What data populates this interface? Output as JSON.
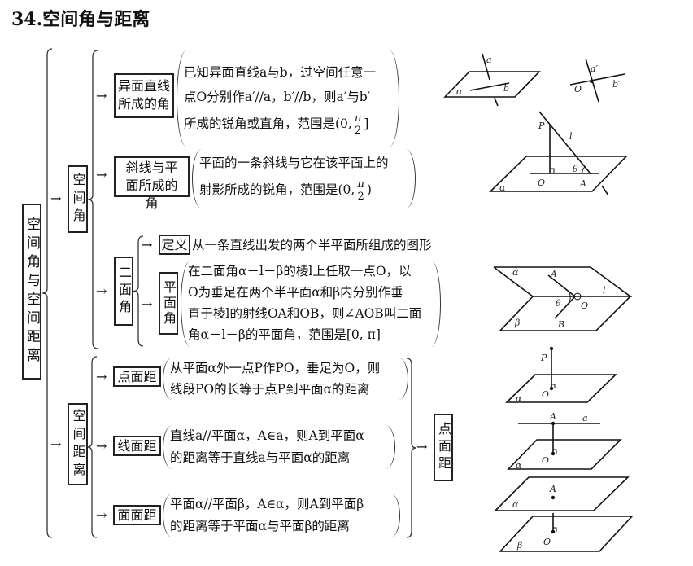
{
  "title": "34.空间角与距离",
  "root": "空间角与空间距离",
  "angle": {
    "label": "空间角",
    "skew": {
      "label": "异面直线所成的角",
      "lines": [
        "已知异面直线a与b，过空间任意一",
        "点O分别作a′//a，b′//b，则a′与b′",
        "所成的锐角或直角，范围是(0,"
      ],
      "frac_num": "π",
      "frac_den": "2",
      "close": "]"
    },
    "incline": {
      "label": "斜线与平面所成的角",
      "lines": [
        "平面的一条斜线与它在该平面上的",
        "射影所成的锐角，范围是(0,"
      ],
      "frac_num": "π",
      "frac_den": "2",
      "close": ")"
    },
    "dihedral": {
      "label": "二面角",
      "def_label": "定义",
      "def_text": "从一条直线出发的两个半平面所组成的图形",
      "plane_label": "平面角",
      "lines": [
        "在二面角α－l－β的棱l上任取一点O，以",
        "O为垂足在两个半平面α和β内分别作垂",
        "直于棱l的射线OA和OB，则∠AOB叫二面",
        "角α－l－β的平面角，范围是[0, π]"
      ]
    }
  },
  "distance": {
    "label": "空间距离",
    "point_plane": {
      "label": "点面距",
      "lines": [
        "从平面α外一点P作PO，垂足为O，则",
        "线段PO的长等于点P到平面α的距离"
      ]
    },
    "line_plane": {
      "label": "线面距",
      "lines": [
        "直线a//平面α，A∈a，则A到平面α",
        "的距离等于直线a与平面α的距离"
      ]
    },
    "plane_plane": {
      "label": "面面距",
      "lines": [
        "平面α//平面β，A∈α，则A到平面β",
        "的距离等于平面α与平面β的距离"
      ]
    },
    "result": "点面距"
  },
  "arrow": "→",
  "figures": {
    "skew": {
      "a": "a",
      "b": "b",
      "alpha": "α",
      "a2": "a′",
      "b2": "b′",
      "O": "O"
    },
    "incline": {
      "P": "P",
      "l": "l",
      "theta": "θ",
      "O": "O",
      "A": "A",
      "alpha": "α"
    },
    "dihedral": {
      "alpha": "α",
      "A": "A",
      "l": "l",
      "theta": "θ",
      "O": "O",
      "B": "B",
      "beta": "β"
    },
    "point_plane": {
      "P": "P",
      "O": "O",
      "alpha": "α"
    },
    "line_plane": {
      "A": "A",
      "a": "a",
      "O": "O",
      "alpha": "α"
    },
    "plane_plane": {
      "A": "A",
      "alpha": "α",
      "O": "O",
      "beta": "β"
    }
  }
}
